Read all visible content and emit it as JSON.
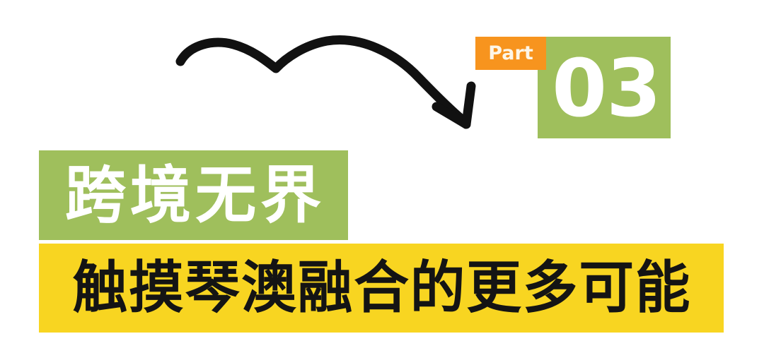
{
  "slide": {
    "background_color": "#ffffff",
    "section": {
      "part_label": "Part",
      "part_number": "03",
      "badge_color": "#f7941e",
      "number_box_color": "#9fbf5c",
      "number_color": "#ffffff",
      "badge_text_color": "#fdf6e8"
    },
    "headline": {
      "line_primary": "跨境无界",
      "line_primary_bg": "#9fbf5c",
      "line_primary_color": "#ffffff",
      "line_secondary": "触摸琴澳融合的更多可能",
      "line_secondary_bg": "#f8d521",
      "line_secondary_color": "#141414"
    },
    "decoration": {
      "arrow_name": "curved-arrow-icon",
      "arrow_color": "#111111",
      "arrow_stroke_width": "13"
    }
  }
}
